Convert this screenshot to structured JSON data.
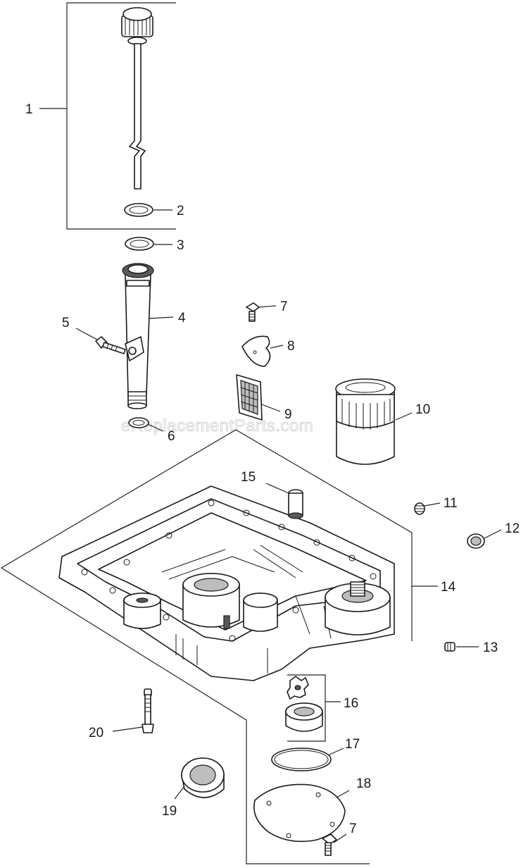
{
  "watermark": "eReplacementParts.com",
  "callouts": [
    {
      "id": "c1",
      "label": "1"
    },
    {
      "id": "c2",
      "label": "2"
    },
    {
      "id": "c3",
      "label": "3"
    },
    {
      "id": "c4",
      "label": "4"
    },
    {
      "id": "c5",
      "label": "5"
    },
    {
      "id": "c6",
      "label": "6"
    },
    {
      "id": "c7a",
      "label": "7"
    },
    {
      "id": "c8",
      "label": "8"
    },
    {
      "id": "c9",
      "label": "9"
    },
    {
      "id": "c10",
      "label": "10"
    },
    {
      "id": "c11",
      "label": "11"
    },
    {
      "id": "c12",
      "label": "12"
    },
    {
      "id": "c13",
      "label": "13"
    },
    {
      "id": "c14",
      "label": "14"
    },
    {
      "id": "c15",
      "label": "15"
    },
    {
      "id": "c16",
      "label": "16"
    },
    {
      "id": "c17",
      "label": "17"
    },
    {
      "id": "c18",
      "label": "18"
    },
    {
      "id": "c7b",
      "label": "7"
    },
    {
      "id": "c19",
      "label": "19"
    },
    {
      "id": "c20",
      "label": "20"
    }
  ]
}
